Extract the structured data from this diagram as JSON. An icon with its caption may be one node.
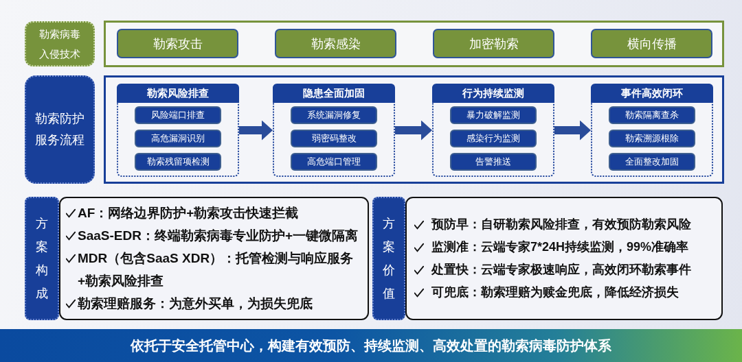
{
  "diagram": {
    "nodes": [
      {
        "text": [
          "勒索病毒入侵技术"
        ]
      },
      {
        "text": [],
        "shape": "box"
      },
      {
        "text": [
          "勒索攻击"
        ],
        "in": 1
      },
      {
        "text": [
          "勒索感染"
        ],
        "in": 1
      },
      {
        "text": [
          "加密勒索"
        ],
        "in": 1
      },
      {
        "text": [
          "横向传播"
        ],
        "in": 1
      },
      {
        "text": [
          "勒索防护服务流程"
        ]
      },
      {
        "text": [],
        "shape": "box"
      },
      {
        "text": [
          "勒索风险排查"
        ],
        "in": 7
      },
      {
        "text": [
          "风险端口排查"
        ],
        "in": 8
      },
      {
        "text": [
          "高危漏洞识别"
        ],
        "in": 8
      },
      {
        "text": [
          "勒索残留项检测"
        ],
        "in": 8
      },
      {
        "text": [
          "隐患全面加固"
        ],
        "in": 7
      },
      {
        "text": [
          "系统漏洞修复"
        ],
        "in": 12
      },
      {
        "text": [
          "弱密码整改"
        ],
        "in": 12
      },
      {
        "text": [
          "高危端口管理"
        ],
        "in": 12
      },
      {
        "text": [
          "行为持续监测"
        ],
        "in": 7
      },
      {
        "text": [
          "暴力破解监测"
        ],
        "in": 16
      },
      {
        "text": [
          "感染行为监测"
        ],
        "in": 16
      },
      {
        "text": [
          "告警推送"
        ],
        "in": 16
      },
      {
        "text": [
          "事件高效闭环"
        ],
        "in": 7
      },
      {
        "text": [
          "勒索隔离查杀"
        ],
        "in": 20
      },
      {
        "text": [
          "勒索溯源根除"
        ],
        "in": 20
      },
      {
        "text": [
          "全面整改加固"
        ],
        "in": 20
      },
      {
        "text": [
          "方案构成"
        ]
      },
      {
        "text": [
          "AF：网络边界防护+勒索攻击快速拦截",
          "SaaS-EDR：终端勒索病毒专业防护+一键微隔离",
          "MDR（包含SaaS XDR）：托管检测与响应服务+勒索风险排查",
          "勒索理赔服务：为意外买单，为损失兜底"
        ]
      },
      {
        "text": [
          "方案价值"
        ]
      },
      {
        "text": [
          "预防早：自研勒索风险排查，有效预防勒索风险",
          "监测准：云端专家7*24H持续监测，99%准确率",
          "处置快：云端专家极速响应，高效闭环勒索事件",
          "可兜底：勒索理赔为赎金兜底，降低经济损失"
        ]
      },
      {
        "text": [
          "依托于安全托管中心，构建有效预防、持续监测、高效处置的勒索病毒防护体系"
        ]
      }
    ],
    "edges": [
      {
        "from": 8,
        "to": 12,
        "arrow": "to"
      },
      {
        "from": 12,
        "to": 16,
        "arrow": "to"
      },
      {
        "from": 16,
        "to": 20,
        "arrow": "to"
      }
    ]
  }
}
